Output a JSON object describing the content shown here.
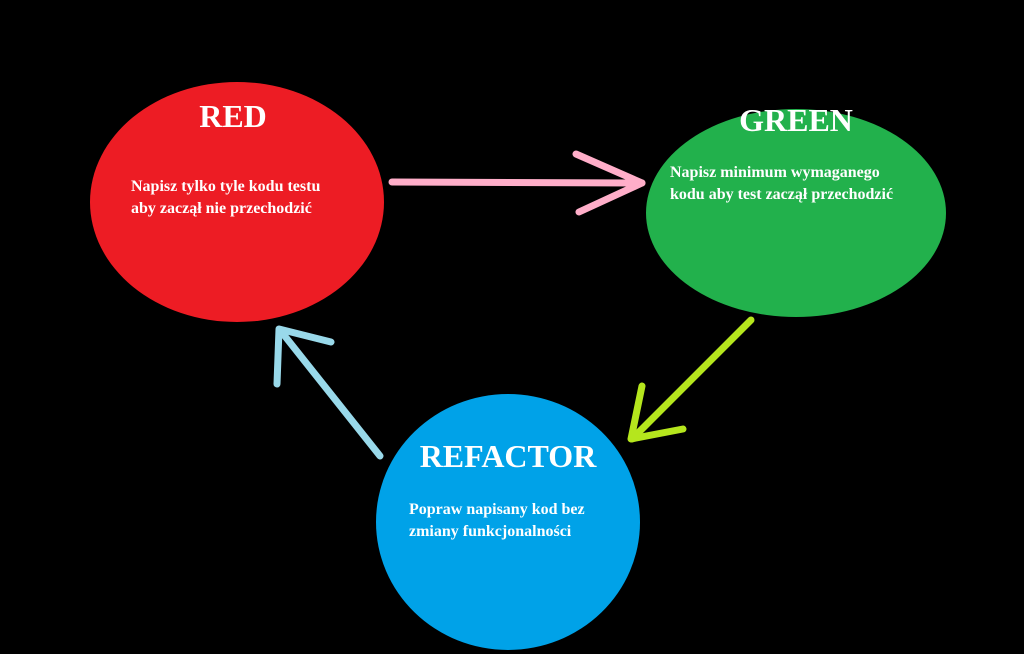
{
  "diagram": {
    "type": "cycle",
    "nodes": [
      {
        "id": "red",
        "title": "RED",
        "description_lines": [
          "Napisz tylko tyle kodu testu",
          "aby zaczął nie przechodzić"
        ],
        "color": "#ED1C24"
      },
      {
        "id": "green",
        "title": "GREEN",
        "description_lines": [
          "Napisz minimum wymaganego",
          "kodu aby test zaczął przechodzić"
        ],
        "color": "#22B14C"
      },
      {
        "id": "refactor",
        "title": "REFACTOR",
        "description_lines": [
          "Popraw napisany kod bez",
          "zmiany funkcjonalności"
        ],
        "color": "#00A2E8"
      }
    ],
    "edges": [
      {
        "from": "red",
        "to": "green",
        "color": "#FFAEC9"
      },
      {
        "from": "green",
        "to": "refactor",
        "color": "#B5E61D"
      },
      {
        "from": "refactor",
        "to": "red",
        "color": "#99D9EA"
      }
    ],
    "background": "#000000"
  }
}
